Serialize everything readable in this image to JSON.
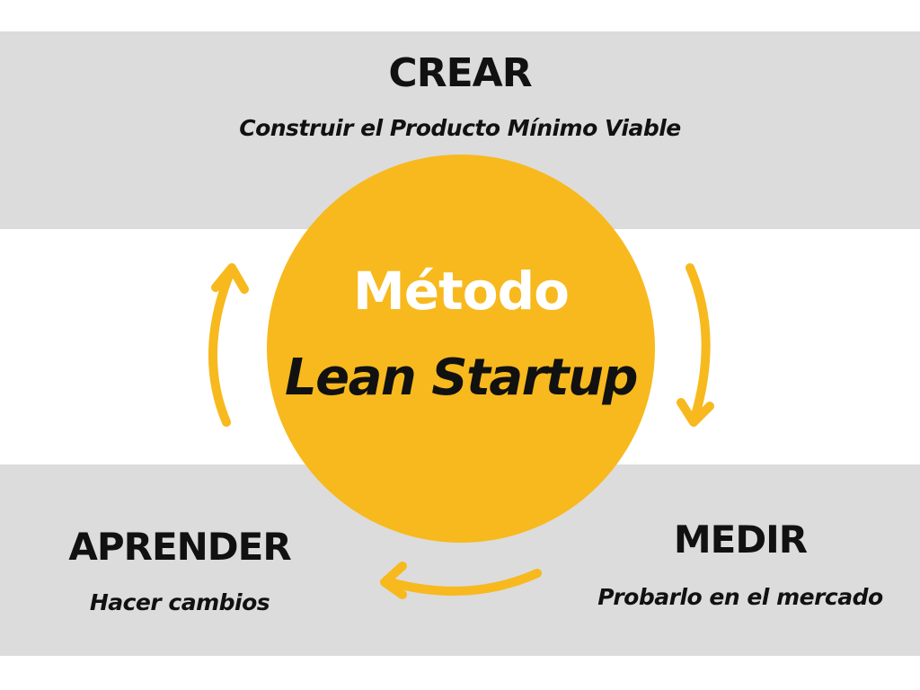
{
  "stages": {
    "crear": {
      "title": "CREAR",
      "subtitle": "Construir el Producto Mínimo Viable"
    },
    "medir": {
      "title": "MEDIR",
      "subtitle": "Probarlo en el mercado"
    },
    "aprender": {
      "title": "APRENDER",
      "subtitle": "Hacer cambios"
    }
  },
  "center": {
    "line1": "Método",
    "line2": "Lean Startup"
  },
  "colors": {
    "accent": "#f7b91d",
    "band": "#dcdcdc",
    "text": "#111111",
    "center_text": "#ffffff"
  }
}
